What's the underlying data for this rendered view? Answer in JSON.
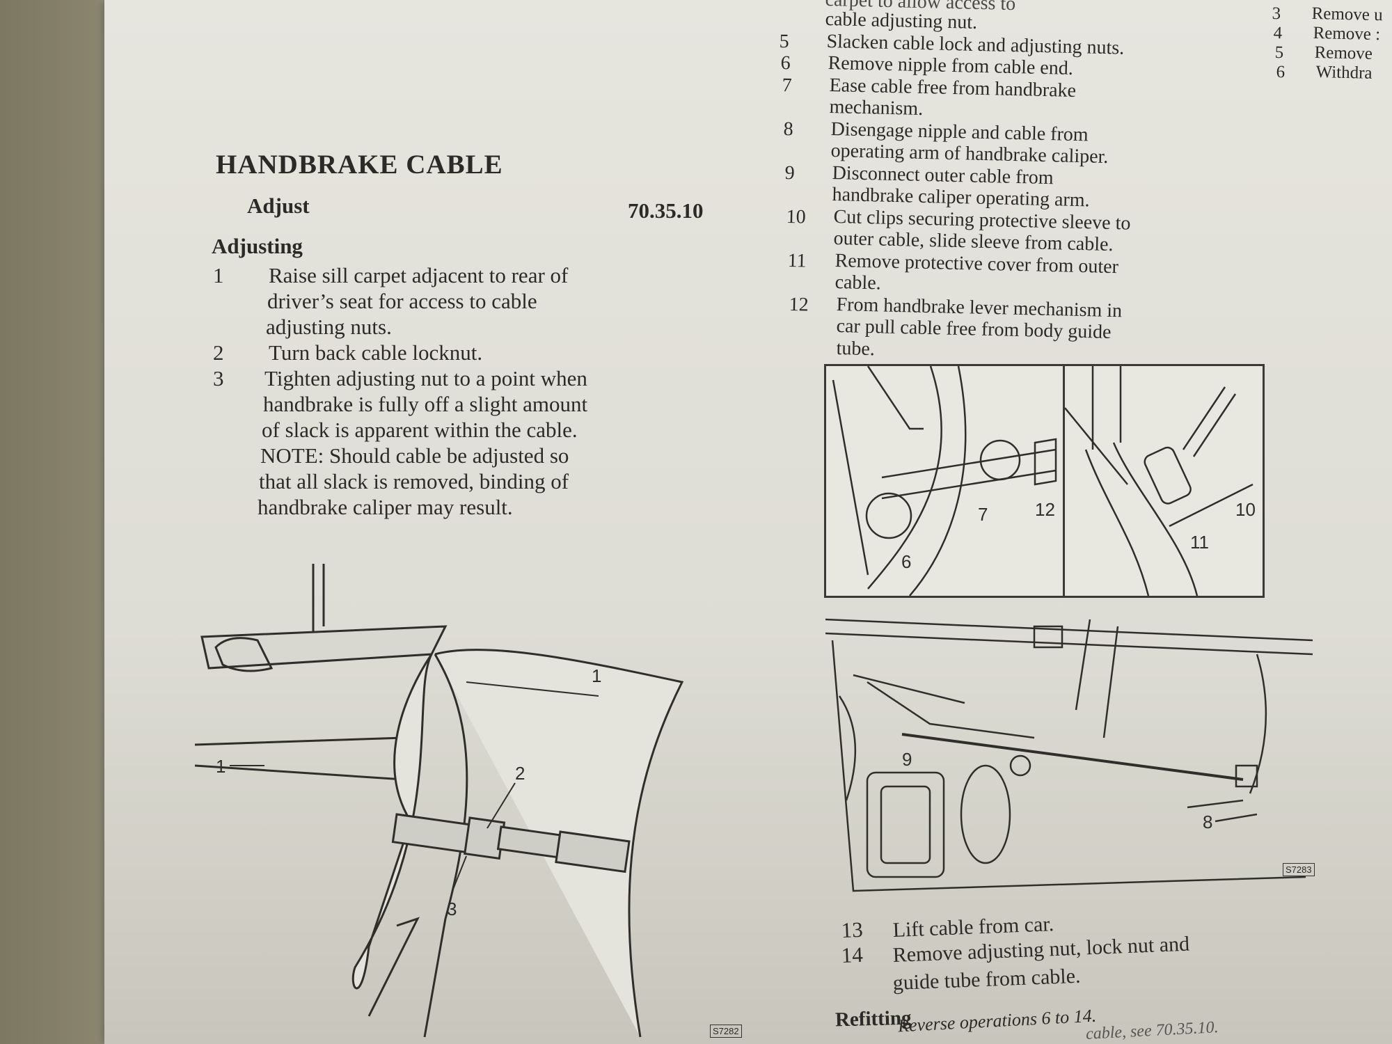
{
  "section": {
    "title": "HANDBRAKE CABLE",
    "operation": "Adjust",
    "operation_code": "70.35.10",
    "subheading": "Adjusting",
    "steps": [
      {
        "n": "1",
        "lines": [
          "Raise sill carpet adjacent to rear of",
          "driver’s seat for access to cable",
          "adjusting nuts."
        ]
      },
      {
        "n": "2",
        "lines": [
          "Turn back cable locknut."
        ]
      },
      {
        "n": "3",
        "lines": [
          "Tighten adjusting nut to a point when",
          "handbrake is fully off a slight amount",
          "of slack is apparent within the cable.",
          "NOTE: Should cable be adjusted so",
          "that all slack is removed, binding of",
          "handbrake caliper may result."
        ]
      }
    ]
  },
  "left_figure": {
    "callouts": [
      "1",
      "1",
      "2",
      "3"
    ],
    "code": "S7282"
  },
  "removal": {
    "partial_top_line": "carpet to allow access to",
    "steps": [
      {
        "n": "",
        "lines": [
          "cable adjusting nut."
        ]
      },
      {
        "n": "5",
        "lines": [
          "Slacken cable lock and adjusting nuts."
        ]
      },
      {
        "n": "6",
        "lines": [
          "Remove nipple from cable end."
        ]
      },
      {
        "n": "7",
        "lines": [
          "Ease cable free from handbrake",
          "mechanism."
        ]
      },
      {
        "n": "8",
        "lines": [
          "Disengage nipple and cable from",
          "operating arm of handbrake caliper."
        ]
      },
      {
        "n": "9",
        "lines": [
          "Disconnect outer cable from",
          "handbrake caliper operating arm."
        ]
      },
      {
        "n": "10",
        "lines": [
          "Cut clips securing protective sleeve to",
          "outer cable, slide sleeve from cable."
        ]
      },
      {
        "n": "11",
        "lines": [
          "Remove protective cover from outer",
          "cable."
        ]
      },
      {
        "n": "12",
        "lines": [
          "From handbrake lever mechanism in",
          "car pull cable free from body guide",
          "tube."
        ]
      }
    ],
    "steps_after": [
      {
        "n": "13",
        "lines": [
          "Lift cable from car."
        ]
      },
      {
        "n": "14",
        "lines": [
          "Remove adjusting nut, lock nut and",
          "guide tube from cable."
        ]
      }
    ]
  },
  "right_figures": {
    "inset_a_callouts": [
      "6",
      "7",
      "12"
    ],
    "inset_b_callouts": [
      "11",
      "10"
    ],
    "main_callouts": [
      "9",
      "8"
    ],
    "code": "S7283"
  },
  "refitting": {
    "heading": "Refitting",
    "line1": "Reverse operations 6 to 14.",
    "line2": "cable, see 70.35.10."
  },
  "far_right": [
    {
      "n": "3",
      "text": "Remove u"
    },
    {
      "n": "4",
      "text": "Remove :"
    },
    {
      "n": "5",
      "text": "Remove"
    },
    {
      "n": "6",
      "text": "Withdra"
    }
  ]
}
